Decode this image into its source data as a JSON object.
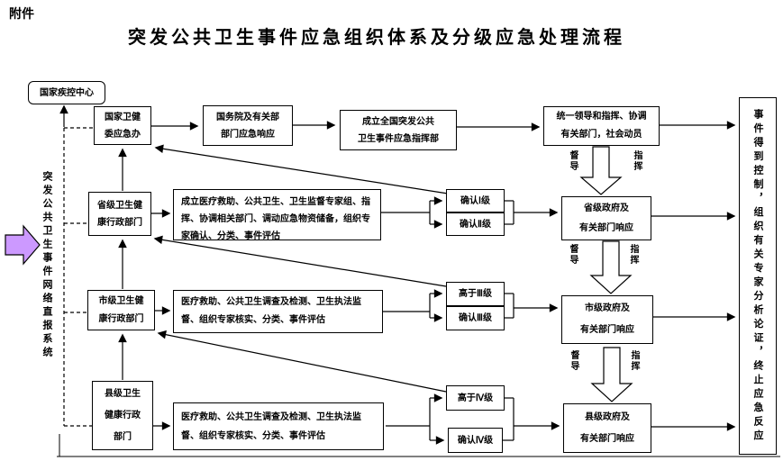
{
  "page": {
    "attachment_label": "附件",
    "title": "突发公共卫生事件应急组织体系及分级应急处理流程"
  },
  "left": {
    "report_system_label": "突发公共卫生事件网络直报系统"
  },
  "boxes": {
    "cdc": "国家疾控中心",
    "nhc_office": "国家卫健\n委应急办",
    "state_council": "国务院及有关部\n部门应急响应",
    "national_hq": "成立全国突发公共\n卫生事件应急指挥部",
    "unified_command": "统一领导和指挥、协调\n有关部门，社会动员",
    "provincial_admin": "省级卫生健\n康行政部门",
    "municipal_admin": "市级卫生健\n康行政部门",
    "county_admin": "县级卫生\n健康行政\n部门",
    "provincial_tasks": "成立医疗救助、公共卫生、卫生监督专家组、指挥、协调相关部门、调动应急物资储备，组织专家确认、分类、事件评估",
    "municipal_tasks": "医疗救助、公共卫生调查及检测、卫生执法监督、组织专家核实、分类、事件评估",
    "county_tasks": "医疗救助、公共卫生调查及检测、卫生执法监督、组织专家核实、分类、事件评估",
    "confirm_level1": "确认Ⅰ级",
    "confirm_level2": "确认Ⅱ级",
    "above_level3": "高于Ⅲ级",
    "confirm_level3": "确认Ⅲ级",
    "above_level4": "高于Ⅳ级",
    "confirm_level4": "确认Ⅳ级",
    "provincial_gov": "省级政府及\n有关部门响应",
    "municipal_gov": "市级政府及\n有关部门响应",
    "county_gov": "县级政府及\n有关部门响应",
    "outcome": "事件得到控制，组织有关专家分析论证，终止应急反应"
  },
  "labels": {
    "supervise": "督导",
    "command": "指挥"
  },
  "colors": {
    "line": "#000000",
    "report_arrow_fill": "#CC99FF"
  }
}
